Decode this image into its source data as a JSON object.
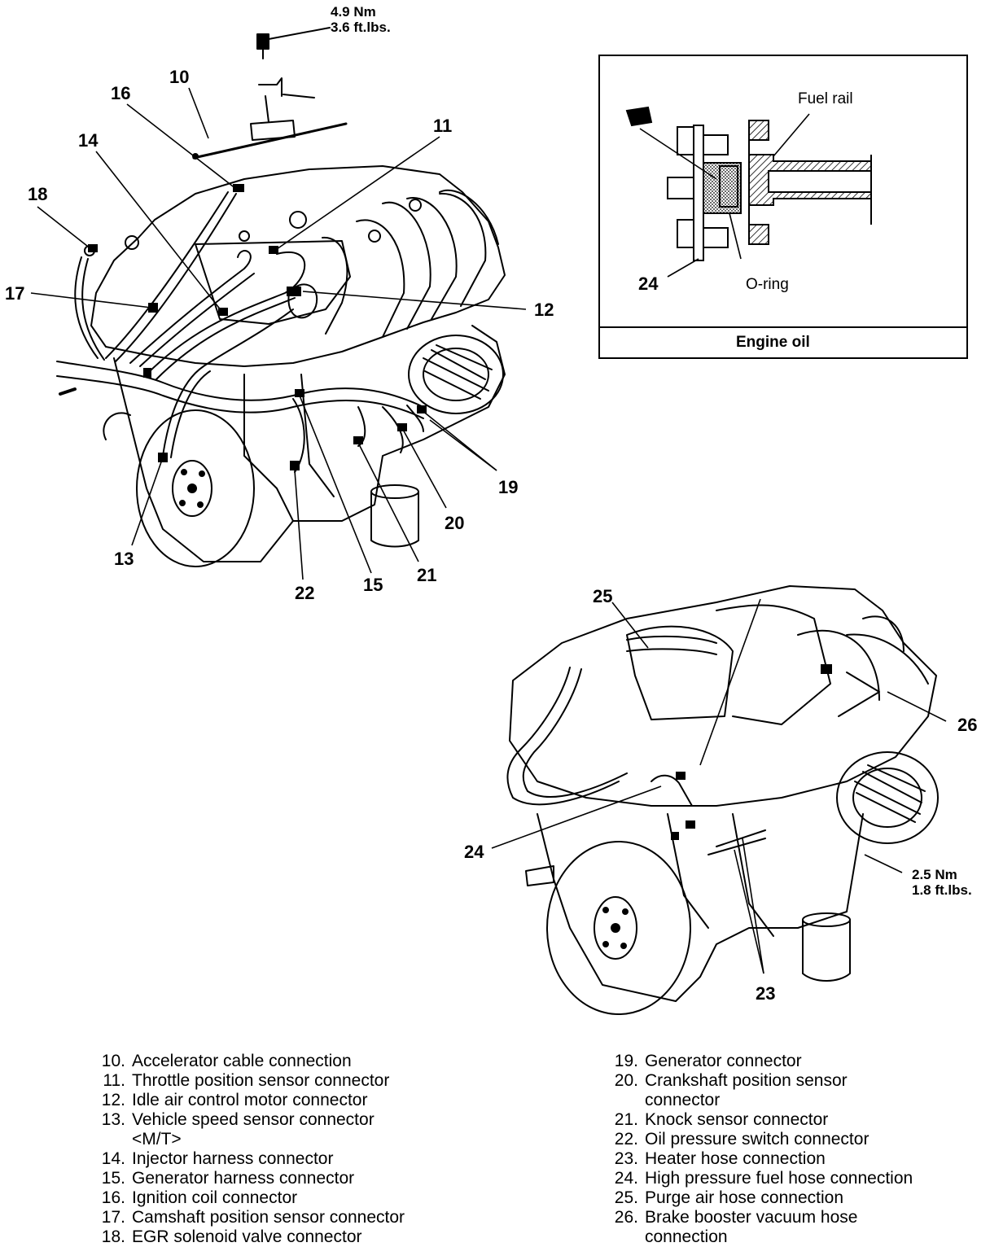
{
  "callouts": {
    "n10": "10",
    "n11": "11",
    "n12": "12",
    "n13": "13",
    "n14": "14",
    "n15": "15",
    "n16": "16",
    "n17": "17",
    "n18": "18",
    "n19": "19",
    "n20": "20",
    "n21": "21",
    "n22": "22",
    "n23": "23",
    "n24a": "24",
    "n24b": "24",
    "n25": "25",
    "n26": "26"
  },
  "torque": {
    "accelerator_line1": "4.9 Nm",
    "accelerator_line2": "3.6 ft.lbs.",
    "heater_line1": "2.5 Nm",
    "heater_line2": "1.8 ft.lbs."
  },
  "inset": {
    "fuel_rail": "Fuel rail",
    "o_ring": "O-ring",
    "caption": "Engine oil"
  },
  "legend": {
    "left": [
      {
        "num": "10.",
        "text": "Accelerator cable connection"
      },
      {
        "num": "11.",
        "text": "Throttle position sensor connector"
      },
      {
        "num": "12.",
        "text": "Idle air control motor connector"
      },
      {
        "num": "13.",
        "text": "Vehicle speed sensor connector",
        "cont": "<M/T>"
      },
      {
        "num": "14.",
        "text": "Injector harness connector"
      },
      {
        "num": "15.",
        "text": "Generator harness connector"
      },
      {
        "num": "16.",
        "text": "Ignition coil connector"
      },
      {
        "num": "17.",
        "text": "Camshaft position sensor connector"
      },
      {
        "num": "18.",
        "text": "EGR solenoid valve connector"
      }
    ],
    "right": [
      {
        "num": "19.",
        "text": "Generator connector"
      },
      {
        "num": "20.",
        "text": "Crankshaft position sensor",
        "cont": "connector"
      },
      {
        "num": "21.",
        "text": "Knock sensor connector"
      },
      {
        "num": "22.",
        "text": "Oil pressure switch connector"
      },
      {
        "num": "23.",
        "text": "Heater hose connection"
      },
      {
        "num": "24.",
        "text": "High pressure fuel hose connection"
      },
      {
        "num": "25.",
        "text": "Purge air hose connection"
      },
      {
        "num": "26.",
        "text": "Brake booster vacuum hose",
        "cont": "connection"
      }
    ]
  }
}
